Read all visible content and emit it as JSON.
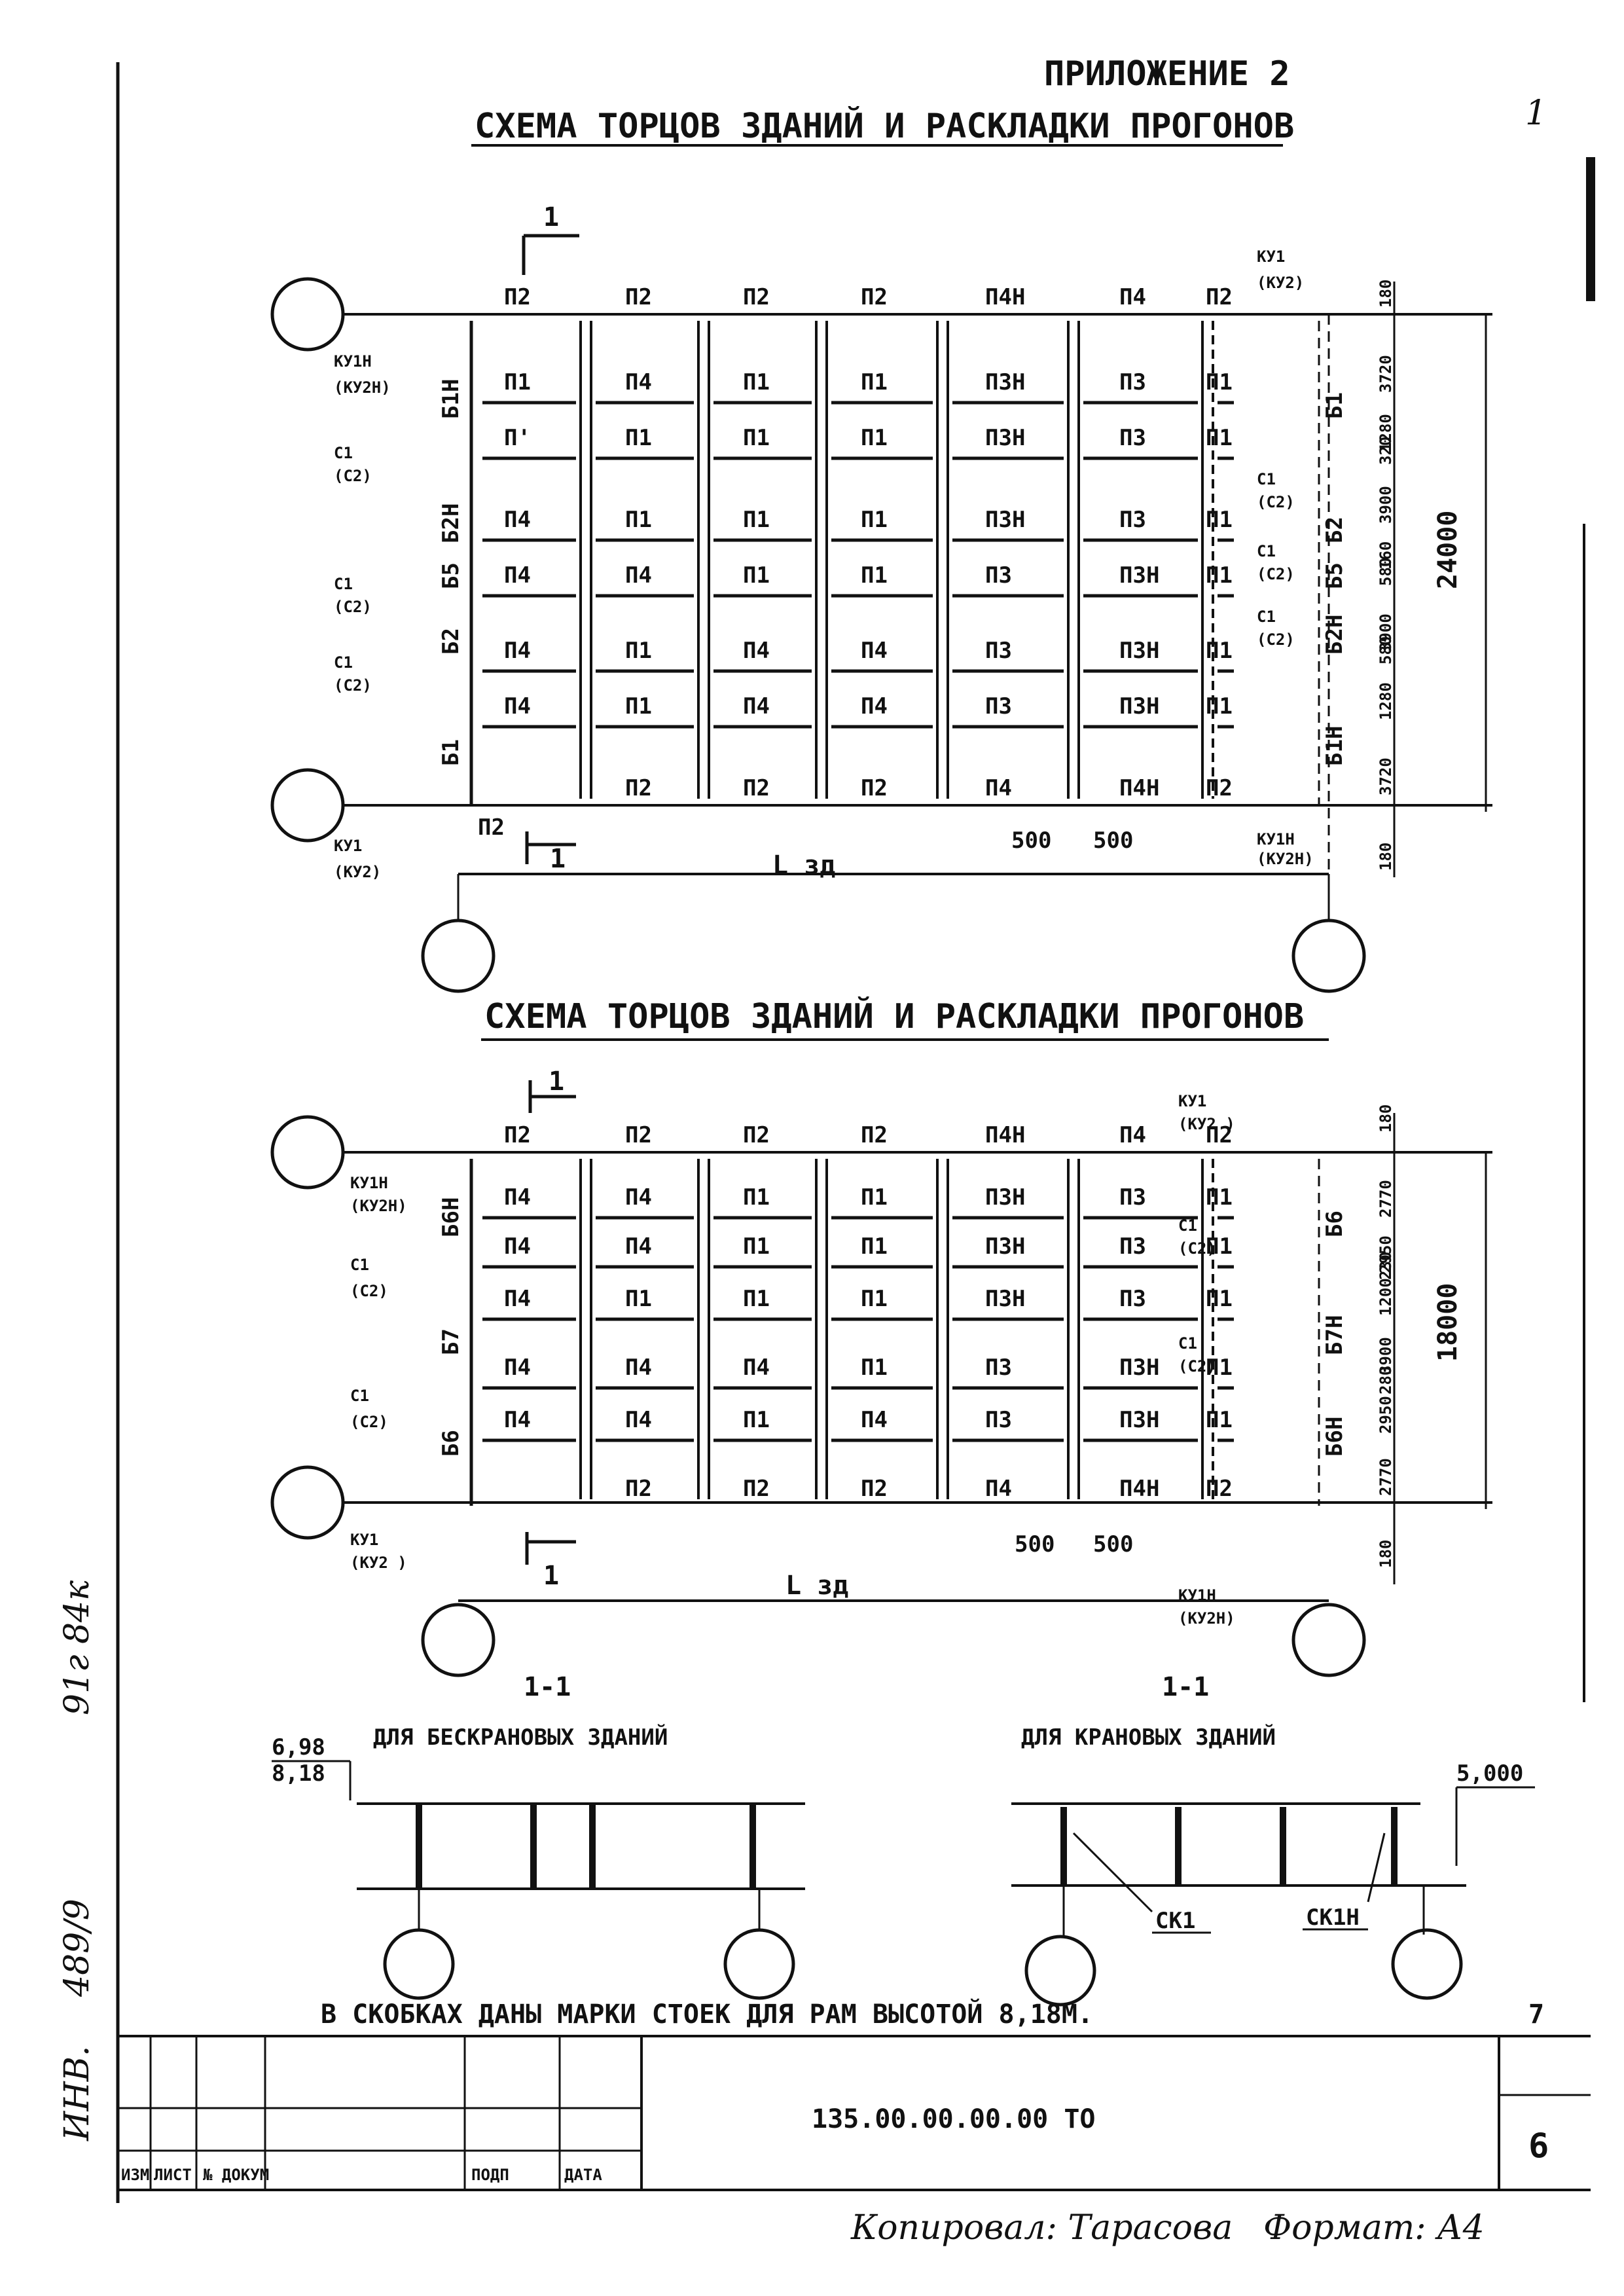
{
  "header": {
    "appendix": "ПРИЛОЖЕНИЕ 2",
    "sheet_corner": "1"
  },
  "scheme1": {
    "title": "СХЕМА ТОРЦОВ ЗДАНИЙ И РАСКЛАДКИ ПРОГОНОВ",
    "top_row": [
      "П2",
      "П2",
      "П2",
      "П2",
      "П4Н",
      "П4",
      "П2"
    ],
    "rows": [
      [
        "П1",
        "П4",
        "П1",
        "П1",
        "П3Н",
        "П3",
        "П1"
      ],
      [
        "П'",
        "П1",
        "П1",
        "П1",
        "П3Н",
        "П3",
        "П1"
      ],
      [
        "П4",
        "П1",
        "П1",
        "П1",
        "П3Н",
        "П3",
        "П1"
      ],
      [
        "П4",
        "П4",
        "П1",
        "П1",
        "П3",
        "П3Н",
        "П1"
      ],
      [
        "П4",
        "П1",
        "П4",
        "П4",
        "П3",
        "П3Н",
        "П1"
      ],
      [
        "П4",
        "П1",
        "П4",
        "П4",
        "П3",
        "П3Н",
        "П1"
      ]
    ],
    "bottom_row": [
      "П2",
      "П2",
      "П2",
      "П2",
      "П4",
      "П4Н",
      "П2"
    ],
    "left_beams": [
      "Б1Н",
      "Б2Н",
      "Б5",
      "Б2",
      "Б1"
    ],
    "right_beams": [
      "Б1",
      "Б2",
      "Б5",
      "Б2Н",
      "Б1Н"
    ],
    "left_callouts": [
      "КУ1Н",
      "(КУ2Н)",
      "С1",
      "(С2)",
      "С1",
      "(С2)",
      "С1",
      "(С2)",
      "КУ1",
      "(КУ2)"
    ],
    "right_callouts": [
      "КУ1",
      "(КУ2)",
      "С1",
      "(С2)",
      "С1",
      "(С2)",
      "С1",
      "(С2)",
      "КУ1Н",
      "(КУ2Н)"
    ],
    "dims": [
      "180",
      "3720",
      "1280",
      "320",
      "3900",
      "160",
      "580",
      "3900",
      "580",
      "1280",
      "3720",
      "180"
    ],
    "total": "24000",
    "bottom_p2": "П2",
    "section_mark": "1",
    "length_label": "L зд",
    "gap_dims": [
      "500",
      "500"
    ]
  },
  "scheme2": {
    "title": "СХЕМА ТОРЦОВ ЗДАНИЙ И РАСКЛАДКИ ПРОГОНОВ",
    "top_row": [
      "П2",
      "П2",
      "П2",
      "П2",
      "П4Н",
      "П4",
      "П2"
    ],
    "rows": [
      [
        "П4",
        "П4",
        "П1",
        "П1",
        "П3Н",
        "П3",
        "П1"
      ],
      [
        "П4",
        "П4",
        "П1",
        "П1",
        "П3Н",
        "П3",
        "П1"
      ],
      [
        "П4",
        "П1",
        "П1",
        "П1",
        "П3Н",
        "П3",
        "П1"
      ],
      [
        "П4",
        "П4",
        "П4",
        "П1",
        "П3",
        "П3Н",
        "П1"
      ],
      [
        "П4",
        "П4",
        "П1",
        "П4",
        "П3",
        "П3Н",
        "П1"
      ]
    ],
    "bottom_row": [
      "П2",
      "П2",
      "П2",
      "П2",
      "П4",
      "П4Н",
      "П2"
    ],
    "left_beams": [
      "Б6Н",
      "Б7",
      "Б6"
    ],
    "right_beams": [
      "Б6",
      "Б7Н",
      "Б6Н"
    ],
    "left_callouts": [
      "КУ1Н",
      "(КУ2Н)",
      "С1",
      "(С2)",
      "С1",
      "(С2)",
      "КУ1",
      "(КУ2 )"
    ],
    "right_callouts": [
      "КУ1",
      "(КУ2 )",
      "С1",
      "(С2)",
      "С1",
      "(С2)",
      "КУ1Н",
      "(КУ2Н)"
    ],
    "dims": [
      "180",
      "2770",
      "2950",
      "230",
      "1200",
      "3900",
      "280",
      "2950",
      "2770",
      "180"
    ],
    "total": "18000",
    "section_mark": "1",
    "length_label": "L зд",
    "gap_dims": [
      "500",
      "500"
    ]
  },
  "sections": {
    "left_title": "1-1",
    "left_subtitle": "ДЛЯ БЕСКРАНОВЫХ ЗДАНИЙ",
    "left_levels": [
      "6,98",
      "8,18"
    ],
    "right_title": "1-1",
    "right_subtitle": "ДЛЯ КРАНОВЫХ ЗДАНИЙ",
    "right_level": "5,000",
    "mark_ck1": "СК1",
    "mark_ck1n": "СК1Н",
    "note": "В СКОБКАХ ДАНЫ МАРКИ СТОЕК ДЛЯ РАМ ВЫСОТОЙ 8,18М.",
    "page_no": "7"
  },
  "side_stamp": {
    "inv": "ИНВ.",
    "text": "489/9",
    "sign": "91г 84к"
  },
  "title_block": {
    "cols": [
      "ИЗМ",
      "ЛИСТ",
      "№ ДОКУМ",
      "ПОДП",
      "ДАТА"
    ],
    "doc_code": "135.00.00.00.00 ТО",
    "sheet": "6"
  },
  "footer": {
    "copied": "Копировал: Тарасова",
    "format": "Формат: А4"
  }
}
